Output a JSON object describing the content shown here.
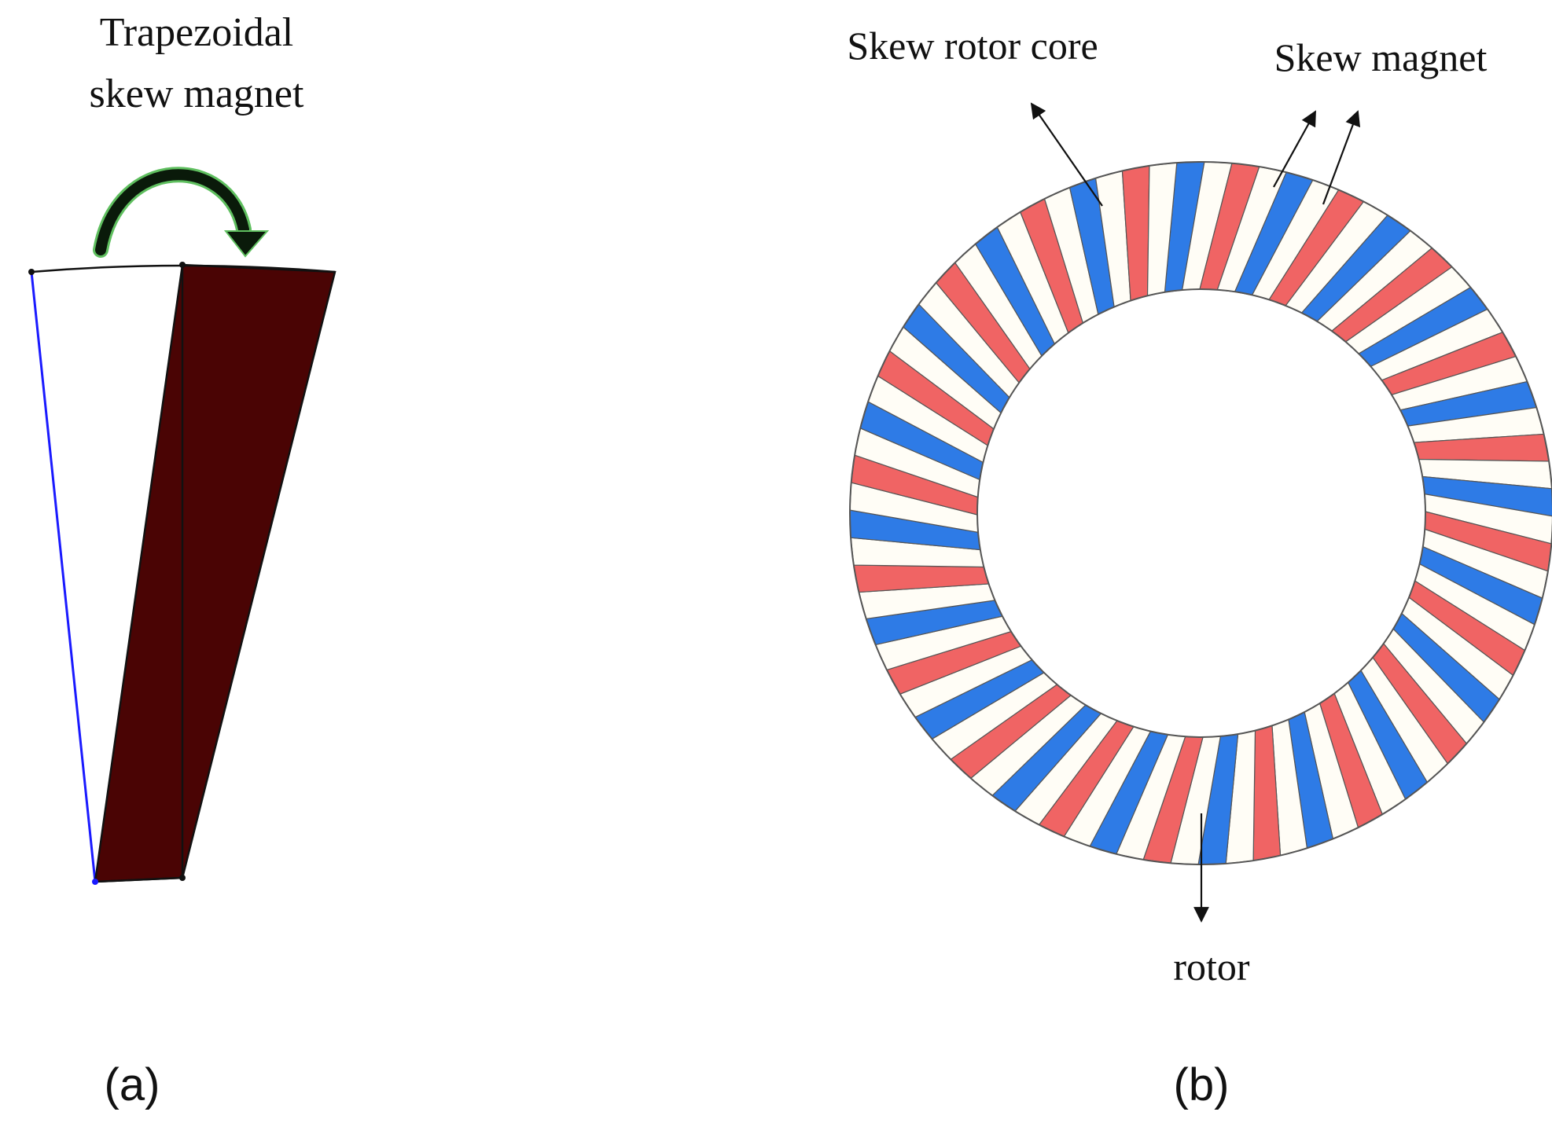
{
  "panel_a": {
    "title_line1": "Trapezoidal",
    "title_line2": "skew magnet",
    "caption": "(a)",
    "colors": {
      "magnet": "#4a0404",
      "outline": "#111111",
      "edge": "#1a1aff",
      "arrow": "#0a1a0a",
      "arrow_glow": "#5fbf5f"
    }
  },
  "panel_b": {
    "label_core": "Skew rotor core",
    "label_magnet": "Skew magnet",
    "label_rotor": "rotor",
    "caption": "(b)",
    "ring": {
      "magnet_count": 40,
      "pattern": [
        "blue",
        "core",
        "red",
        "core"
      ],
      "colors": {
        "blue": "#2e7be6",
        "red": "#f06464",
        "core": "#fffdf6",
        "outline": "#555555"
      }
    }
  }
}
